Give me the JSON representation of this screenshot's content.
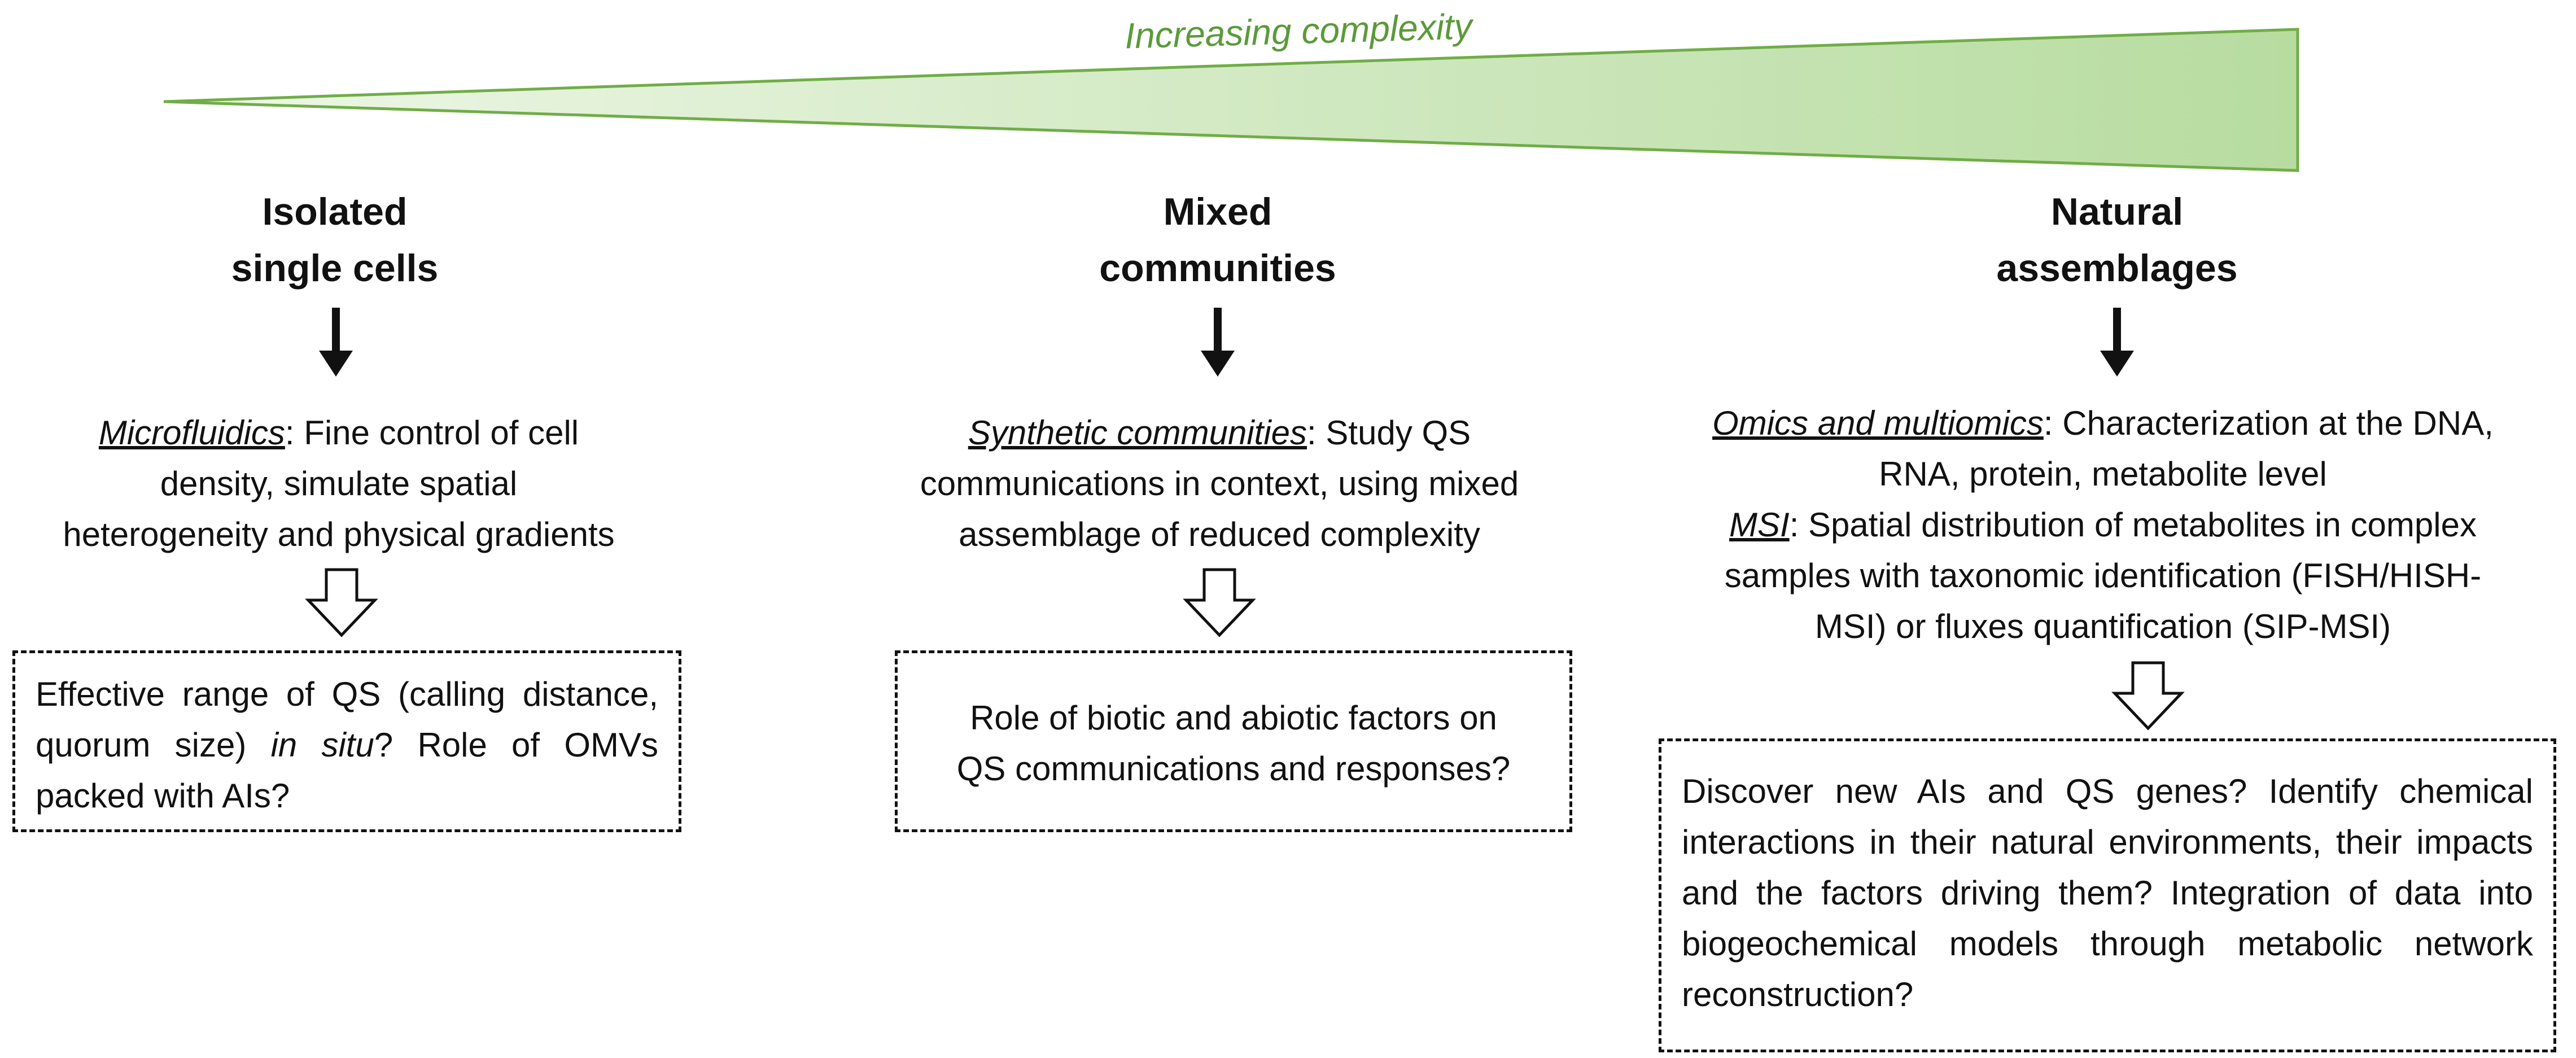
{
  "header": {
    "trend_label": "Increasing complexity",
    "trend_color": "#a9d18e",
    "trend_stroke": "#70ad47"
  },
  "columns": [
    {
      "title_line1": "Isolated",
      "title_line2": "single cells",
      "method_name": "Microfluidics",
      "method_text_line1": ": Fine control of cell",
      "method_text_line2": "density, simulate spatial",
      "method_text_line3": "heterogeneity and physical gradients",
      "question_part1": "Effective range of QS (calling distance, quorum size) ",
      "question_italic": "in situ",
      "question_part2": "? Role of OMVs packed with AIs?"
    },
    {
      "title_line1": "Mixed",
      "title_line2": "communities",
      "method_name": "Synthetic communities",
      "method_text_line1": ": Study QS",
      "method_text_line2": "communications in context, using mixed",
      "method_text_line3": "assemblage of reduced complexity",
      "question_line1": "Role of biotic and abiotic factors on",
      "question_line2": "QS communications and responses?"
    },
    {
      "title_line1": "Natural",
      "title_line2": "assemblages",
      "method_name": "Omics and multiomics",
      "method_text_line1": ": Characterization at the DNA,",
      "method_text_line2": "RNA, protein, metabolite level",
      "method2_name": "MSI",
      "method2_text_line1": ": Spatial distribution of metabolites in complex",
      "method2_text_line2": "samples with taxonomic identification (FISH/HISH-",
      "method2_text_line3": "MSI) or fluxes quantification (SIP-MSI)",
      "question": "Discover new AIs and QS genes? Identify chemical interactions in their natural environments, their impacts and the factors driving them? Integration of data into biogeochemical models through metabolic network reconstruction?"
    }
  ]
}
